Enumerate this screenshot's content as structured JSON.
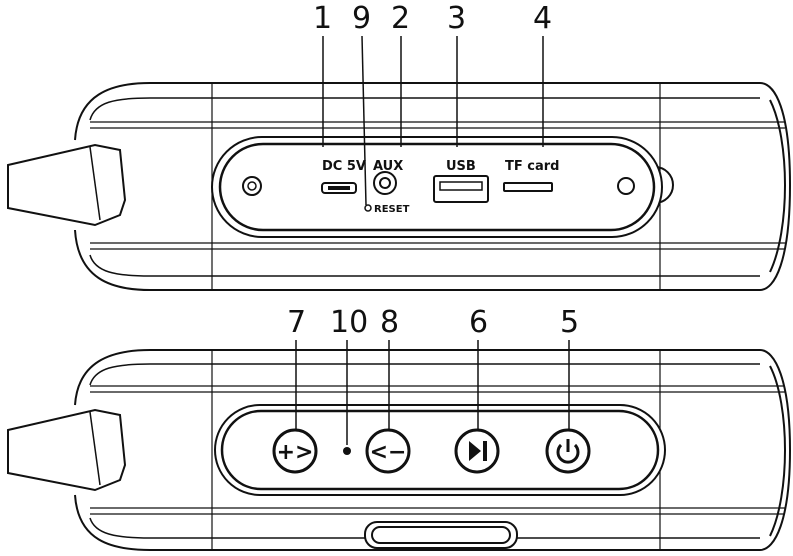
{
  "top_panel": {
    "callouts": [
      "1",
      "9",
      "2",
      "3",
      "4"
    ],
    "port_labels": {
      "dc": "DC 5V",
      "aux": "AUX",
      "usb": "USB",
      "tf": "TF card",
      "reset": "RESET"
    }
  },
  "bottom_panel": {
    "callouts": [
      "7",
      "10",
      "8",
      "6",
      "5"
    ],
    "buttons": [
      {
        "name": "volume-up-next",
        "glyph": "+>",
        "icon": "plus-next-icon"
      },
      {
        "name": "volume-down-prev",
        "glyph": "<−",
        "icon": "prev-minus-icon"
      },
      {
        "name": "play-pause",
        "glyph": "▶❙",
        "icon": "play-pause-icon"
      },
      {
        "name": "power",
        "glyph": "",
        "icon": "power-icon"
      }
    ]
  },
  "colors": {
    "line": "#111111",
    "background": "#ffffff"
  }
}
